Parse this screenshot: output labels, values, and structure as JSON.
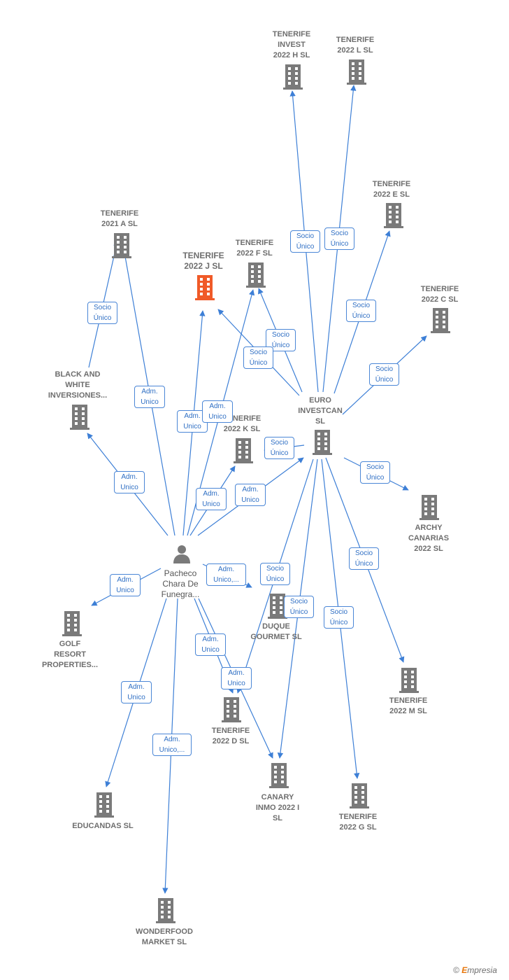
{
  "companies": {
    "tenerife_invest_2022h": "TENERIFE\nINVEST\n2022 H  SL",
    "tenerife_2022l": "TENERIFE\n2022 L  SL",
    "tenerife_2022e": "TENERIFE\n2022 E  SL",
    "tenerife_2021a": "TENERIFE\n2021 A  SL",
    "tenerife_2022f": "TENERIFE\n2022 F  SL",
    "tenerife_2022j": "TENERIFE\n2022 J  SL",
    "tenerife_2022c": "TENERIFE\n2022 C  SL",
    "black_white": "BLACK AND\nWHITE\nINVERSIONES...",
    "euro_investcan": "EURO\nINVESTCAN\nSL",
    "tenerife_2022k": "TENERIFE\n2022 K  SL",
    "archy_canarias": "ARCHY\nCANARIAS\n2022  SL",
    "duque_gourmet": "DUQUE\nGOURMET  SL",
    "golf_resort": "GOLF\nRESORT\nPROPERTIES...",
    "tenerife_2022m": "TENERIFE\n2022 M  SL",
    "tenerife_2022d": "TENERIFE\n2022 D  SL",
    "canary_inmo": "CANARY\nINMO 2022 I\nSL",
    "tenerife_2022g": "TENERIFE\n2022 G  SL",
    "educandas": "EDUCANDAS SL",
    "wonderfood": "WONDERFOOD\nMARKET  SL"
  },
  "person": {
    "name": "Pacheco\nChara De\nFunegra..."
  },
  "edge_labels": {
    "socio_unico": "Socio\nÚnico",
    "adm_unico": "Adm.\nUnico",
    "adm_unico_more": "Adm.\nUnico,..."
  },
  "colors": {
    "edge": "#3d7fd6",
    "building": "#7a7a7a",
    "highlight": "#f05a28"
  },
  "footer": {
    "copyright": "©",
    "brand_first": "E",
    "brand_rest": "mpresia"
  }
}
